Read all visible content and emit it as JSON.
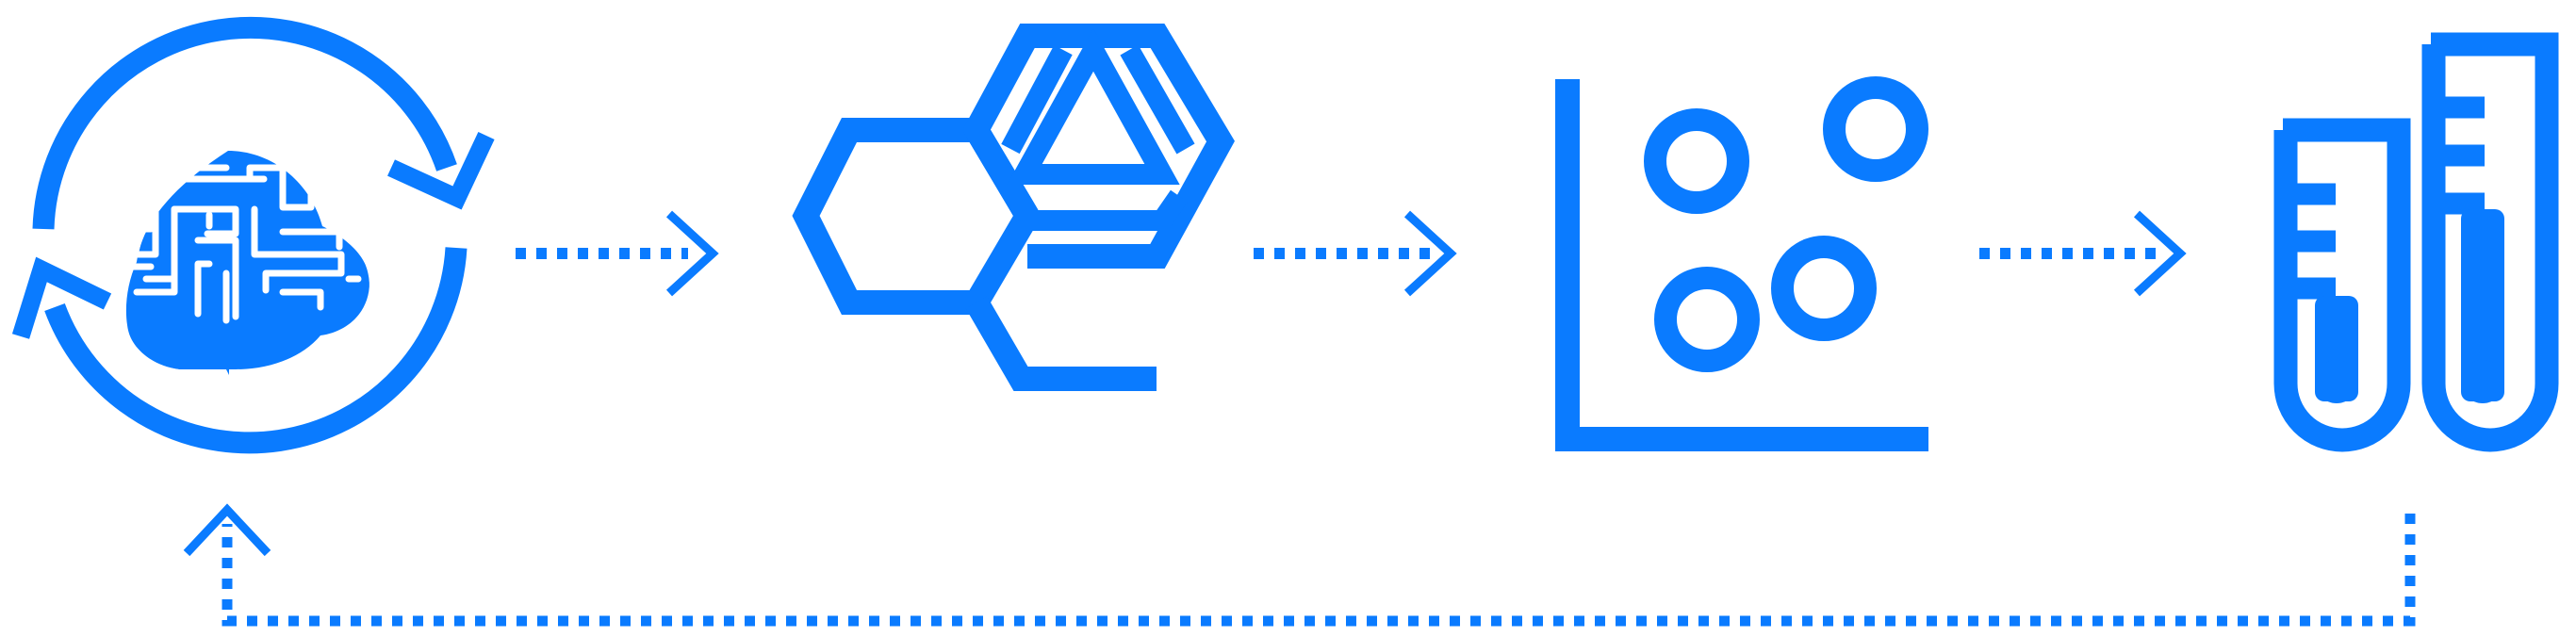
{
  "colors": {
    "accent": "#0A7BFF",
    "background": "#FFFFFF"
  },
  "diagram": {
    "steps": [
      {
        "icon": "ai-cycle-brain-icon"
      },
      {
        "icon": "molecule-structure-icon"
      },
      {
        "icon": "scatter-plot-icon"
      },
      {
        "icon": "test-tubes-icon"
      }
    ],
    "connectors": [
      {
        "from": "ai-cycle-brain-icon",
        "to": "molecule-structure-icon",
        "style": "dotted-arrow"
      },
      {
        "from": "molecule-structure-icon",
        "to": "scatter-plot-icon",
        "style": "dotted-arrow"
      },
      {
        "from": "scatter-plot-icon",
        "to": "test-tubes-icon",
        "style": "dotted-arrow"
      },
      {
        "from": "test-tubes-icon",
        "to": "ai-cycle-brain-icon",
        "style": "dotted-feedback-arrow"
      }
    ]
  }
}
